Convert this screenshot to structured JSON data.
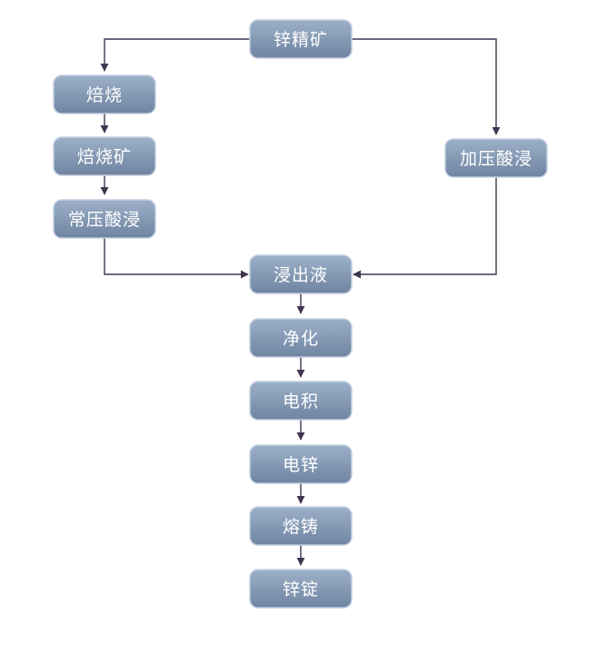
{
  "diagram": {
    "colors": {
      "node_top": "#9cb0c8",
      "node_bottom": "#6f84a1",
      "node_border": "#c3cfe0",
      "node_text": "#ffffff",
      "edge": "#3f3550"
    },
    "nodes": {
      "zinc_concentrate": "锌精矿",
      "roasting": "焙烧",
      "calcine": "焙烧矿",
      "atmospheric_acid_leaching": "常压酸浸",
      "pressure_acid_leaching": "加压酸浸",
      "leach_solution": "浸出液",
      "purification": "净化",
      "electrowinning": "电积",
      "electrolytic_zinc": "电锌",
      "melting_casting": "熔铸",
      "zinc_ingot": "锌锭"
    }
  }
}
